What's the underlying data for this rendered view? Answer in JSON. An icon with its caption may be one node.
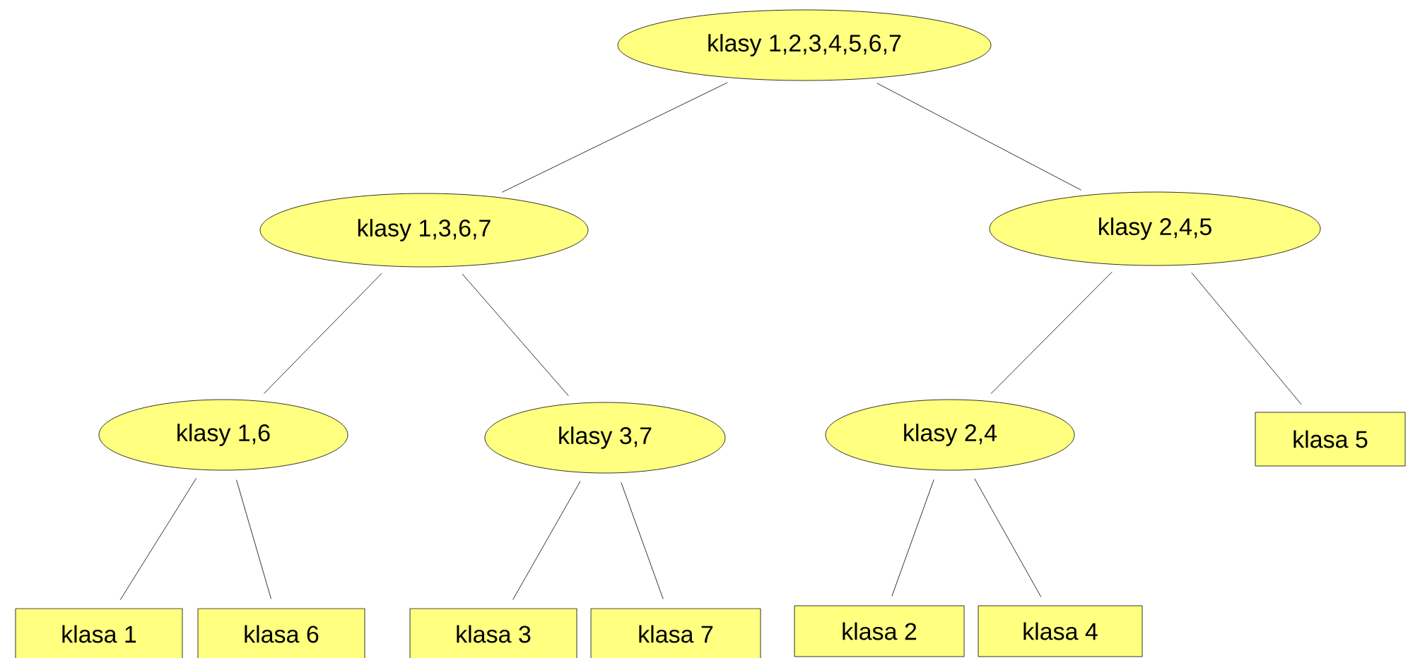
{
  "diagram": {
    "nodes": [
      {
        "text": [
          "klasy 1,2,3,4,5,6,7"
        ]
      },
      {
        "text": [
          "klasy 1,3,6,7"
        ]
      },
      {
        "text": [
          "klasy 2,4,5"
        ]
      },
      {
        "text": [
          "klasy 1,6"
        ]
      },
      {
        "text": [
          "klasy 3,7"
        ]
      },
      {
        "text": [
          "klasy 2,4"
        ]
      },
      {
        "text": [
          "klasa 5"
        ]
      },
      {
        "text": [
          "klasa 1"
        ]
      },
      {
        "text": [
          "klasa 6"
        ]
      },
      {
        "text": [
          "klasa 3"
        ]
      },
      {
        "text": [
          "klasa 7"
        ]
      },
      {
        "text": [
          "klasa 2"
        ]
      },
      {
        "text": [
          "klasa 4"
        ]
      }
    ],
    "edges": [
      {
        "from": 0,
        "to": 1,
        "arrow": "none"
      },
      {
        "from": 0,
        "to": 2,
        "arrow": "none"
      },
      {
        "from": 1,
        "to": 3,
        "arrow": "none"
      },
      {
        "from": 1,
        "to": 4,
        "arrow": "none"
      },
      {
        "from": 2,
        "to": 5,
        "arrow": "none"
      },
      {
        "from": 2,
        "to": 6,
        "arrow": "none"
      },
      {
        "from": 3,
        "to": 7,
        "arrow": "none"
      },
      {
        "from": 3,
        "to": 8,
        "arrow": "none"
      },
      {
        "from": 4,
        "to": 9,
        "arrow": "none"
      },
      {
        "from": 4,
        "to": 10,
        "arrow": "none"
      },
      {
        "from": 5,
        "to": 11,
        "arrow": "none"
      },
      {
        "from": 5,
        "to": 12,
        "arrow": "none"
      }
    ]
  }
}
